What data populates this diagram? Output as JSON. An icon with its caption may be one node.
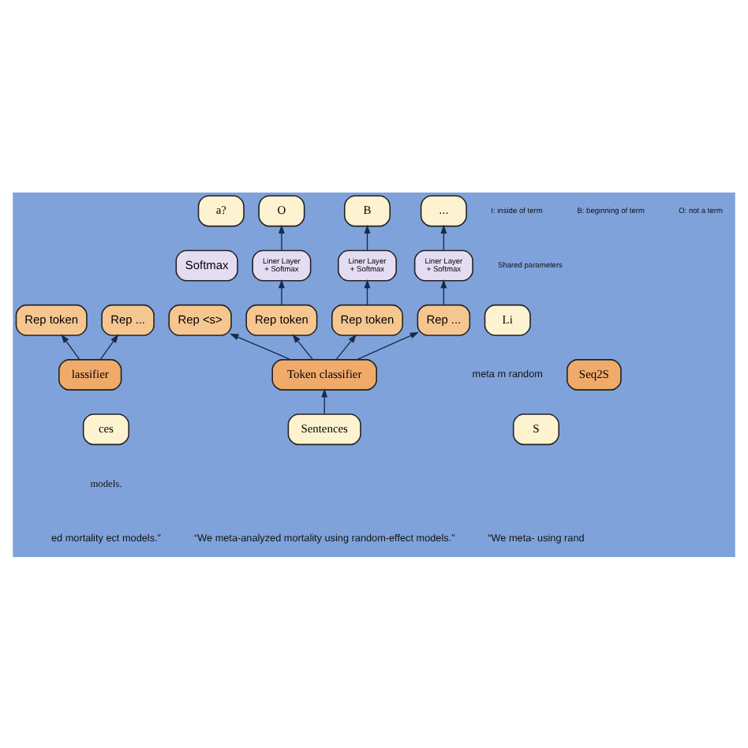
{
  "diagram": {
    "nodes": [
      {
        "text": [
          "a?"
        ]
      },
      {
        "text": [
          "Softmax"
        ]
      },
      {
        "text": [
          "Rep token"
        ]
      },
      {
        "text": [
          "Rep ..."
        ]
      },
      {
        "text": [
          "lassifier"
        ]
      },
      {
        "text": [
          "ces"
        ]
      },
      {
        "text": [
          "O"
        ]
      },
      {
        "text": [
          "B"
        ]
      },
      {
        "text": [
          "..."
        ]
      },
      {
        "text": [
          "Liner Layer",
          "+ Softmax"
        ]
      },
      {
        "text": [
          "Liner Layer",
          "+ Softmax"
        ]
      },
      {
        "text": [
          "Liner Layer",
          "+ Softmax"
        ]
      },
      {
        "text": [
          "Rep <s>"
        ]
      },
      {
        "text": [
          "Rep token"
        ]
      },
      {
        "text": [
          "Rep token"
        ]
      },
      {
        "text": [
          "Rep ..."
        ]
      },
      {
        "text": [
          "Token classifier"
        ]
      },
      {
        "text": [
          "Sentences"
        ]
      },
      {
        "text": [
          "Li"
        ]
      },
      {
        "text": [
          "Seq2S"
        ]
      },
      {
        "text": [
          "S"
        ]
      }
    ],
    "edges": [
      {
        "from": 4,
        "to": 2,
        "arrow": "to"
      },
      {
        "from": 4,
        "to": 3,
        "arrow": "to"
      },
      {
        "from": 16,
        "to": 12,
        "arrow": "to"
      },
      {
        "from": 16,
        "to": 13,
        "arrow": "to"
      },
      {
        "from": 16,
        "to": 14,
        "arrow": "to"
      },
      {
        "from": 16,
        "to": 15,
        "arrow": "to"
      },
      {
        "from": 13,
        "to": 9,
        "arrow": "to"
      },
      {
        "from": 14,
        "to": 10,
        "arrow": "to"
      },
      {
        "from": 15,
        "to": 11,
        "arrow": "to"
      },
      {
        "from": 9,
        "to": 6,
        "arrow": "to"
      },
      {
        "from": 10,
        "to": 7,
        "arrow": "to"
      },
      {
        "from": 11,
        "to": 8,
        "arrow": "to"
      },
      {
        "from": 17,
        "to": 16,
        "arrow": "to"
      }
    ],
    "labels": [
      "O: not a term",
      "B: beginning of term",
      "I: inside of term",
      "Shared parameters",
      "meta m random",
      "models.",
      "ed mortality ect models.”",
      "“We meta-analyzed mortality using random-effect models.”",
      "“We meta- using rand"
    ]
  }
}
